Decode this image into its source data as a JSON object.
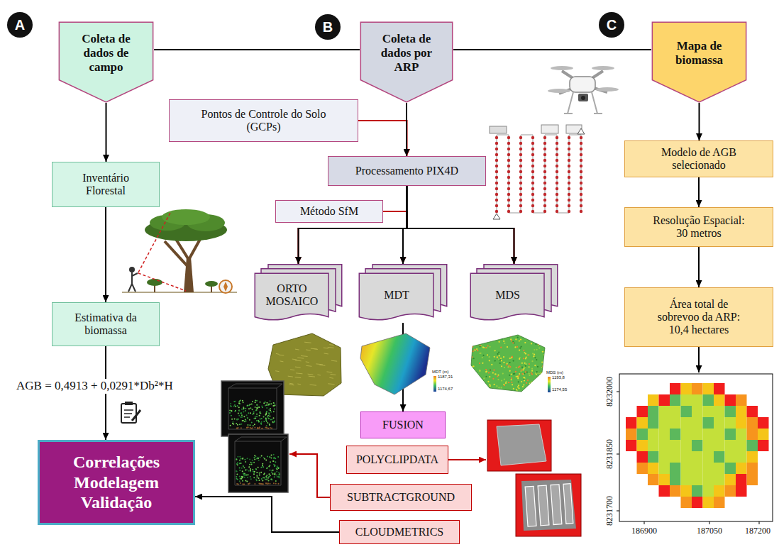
{
  "diagram": {
    "nodes": [
      {
        "text": [
          "A"
        ]
      },
      {
        "text": [
          "Coleta de dados de campo"
        ]
      },
      {
        "text": [
          "Inventário Florestal"
        ]
      },
      {
        "text": [
          "Estimativa da biomassa"
        ]
      },
      {
        "text": [
          "Correlações Modelagem Validação"
        ]
      },
      {
        "text": [
          "B"
        ]
      },
      {
        "text": [
          "Coleta de dados por ARP"
        ]
      },
      {
        "text": [
          "Pontos de Controle do Solo (GCPs)"
        ]
      },
      {
        "text": [
          "Processamento PIX4D"
        ]
      },
      {
        "text": [
          "Método SfM"
        ]
      },
      {
        "text": [
          "ORTO MOSAICO"
        ]
      },
      {
        "text": [
          "MDT"
        ]
      },
      {
        "text": [
          "MDS"
        ]
      },
      {
        "text": [
          "FUSION"
        ]
      },
      {
        "text": [
          "POLYCLIPDATA"
        ]
      },
      {
        "text": [
          "SUBTRACTGROUND"
        ]
      },
      {
        "text": [
          "CLOUDMETRICS"
        ]
      },
      {
        "text": [
          "C"
        ]
      },
      {
        "text": [
          "Mapa de biomassa"
        ]
      },
      {
        "text": [
          "Modelo de AGB selecionado"
        ]
      },
      {
        "text": [
          "Resolução Espacial: 30 metros"
        ]
      },
      {
        "text": [
          "Área total de sobrevoo da ARP: 10,4 hectares"
        ]
      }
    ],
    "edges": [
      {
        "from": 1,
        "to": 6,
        "arrow": "none"
      },
      {
        "from": 6,
        "to": 18,
        "arrow": "none"
      },
      {
        "from": 1,
        "to": 2,
        "arrow": "to"
      },
      {
        "from": 2,
        "to": 3,
        "arrow": "to"
      },
      {
        "from": 3,
        "to": 4,
        "arrow": "to"
      },
      {
        "from": 9,
        "to": 10,
        "arrow": "to"
      },
      {
        "from": 9,
        "to": 11,
        "arrow": "to"
      },
      {
        "from": 9,
        "to": 12,
        "arrow": "to"
      },
      {
        "from": 7,
        "to": 8,
        "arrow": "to"
      },
      {
        "from": 6,
        "to": 8,
        "arrow": "to"
      },
      {
        "from": 8,
        "to": 10,
        "arrow": "to"
      },
      {
        "from": 8,
        "to": 11,
        "arrow": "to"
      },
      {
        "from": 8,
        "to": 12,
        "arrow": "to"
      },
      {
        "from": 11,
        "to": 13,
        "arrow": "to"
      },
      {
        "from": 16,
        "to": 4,
        "arrow": "to"
      },
      {
        "from": 18,
        "to": 19,
        "arrow": "to"
      },
      {
        "from": 19,
        "to": 20,
        "arrow": "to"
      },
      {
        "from": 20,
        "to": 21,
        "arrow": "to"
      }
    ],
    "labels": [
      "AGB = 0,4913 + 0,0291*Db²*H",
      "MDT (m)",
      "1187,31",
      "1174,67",
      "MDS (m)",
      "1193,8",
      "1174,55",
      "8232000",
      "8231850",
      "8231700",
      "186900",
      "187050",
      "187200"
    ]
  }
}
